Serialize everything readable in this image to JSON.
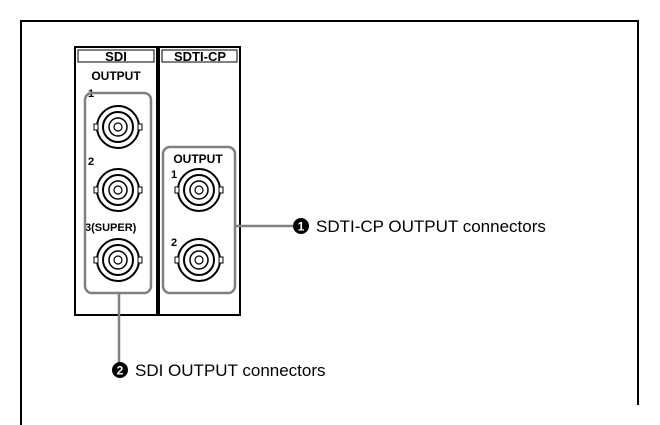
{
  "panel_sdi": {
    "header": "SDI",
    "output_label": "OUTPUT",
    "connector_labels": [
      "1",
      "2",
      "3(SUPER)"
    ]
  },
  "panel_sdti": {
    "header": "SDTI-CP",
    "output_label": "OUTPUT",
    "connector_labels": [
      "1",
      "2"
    ]
  },
  "callouts": [
    {
      "number": "1",
      "text": "SDTI-CP OUTPUT connectors"
    },
    {
      "number": "2",
      "text": "SDI OUTPUT connectors"
    }
  ],
  "colors": {
    "line": "#000000",
    "bracket": "#808080",
    "background": "#ffffff"
  }
}
